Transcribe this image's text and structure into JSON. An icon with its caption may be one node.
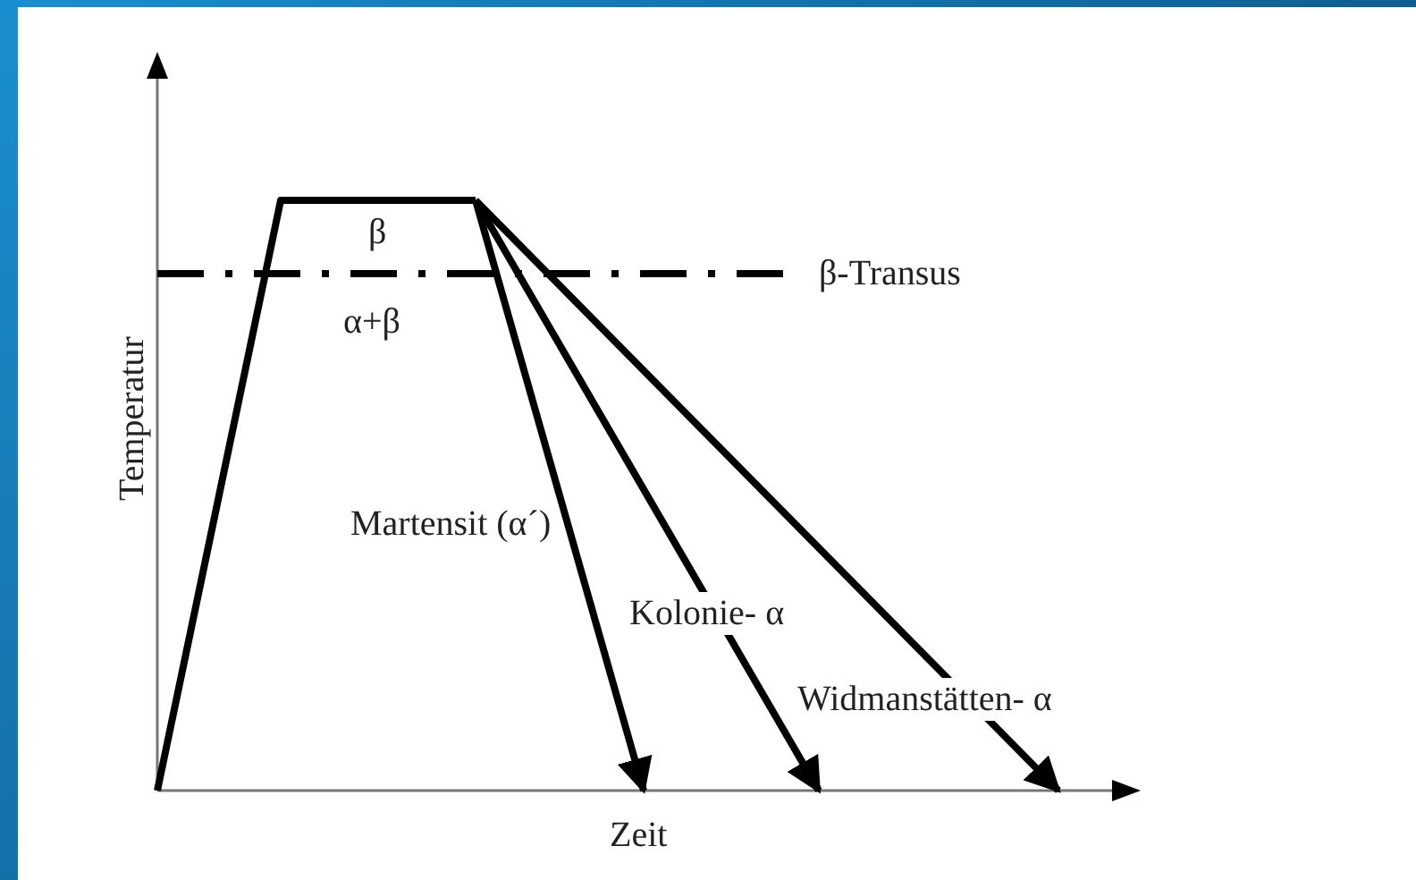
{
  "diagram": {
    "labels": [
      "β",
      "β-Transus",
      "α+β",
      "Temperatur",
      "Martensit (α´)",
      "Kolonie- α",
      "Widmanstätten- α",
      "Zeit"
    ]
  }
}
